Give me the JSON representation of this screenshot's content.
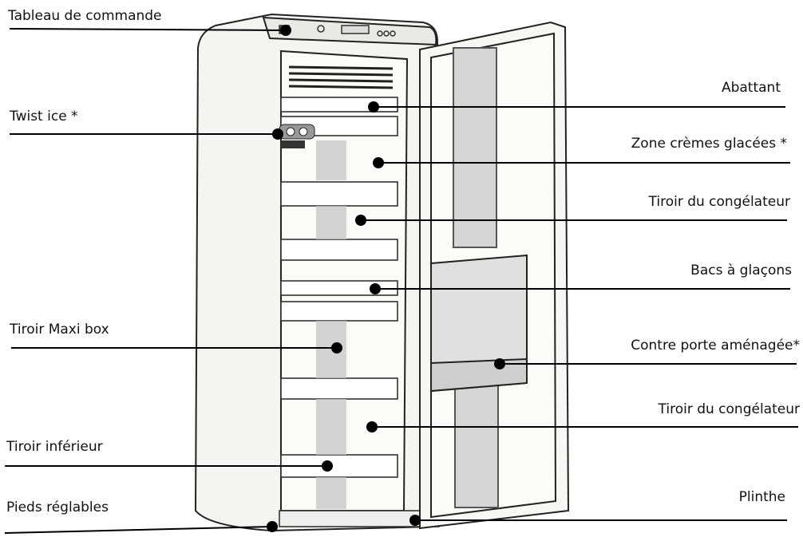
{
  "labels": {
    "left": {
      "tableau": "Tableau de commande",
      "twist": "Twist ice *",
      "maxibox": "Tiroir Maxi box",
      "inferieur": "Tiroir inférieur",
      "pieds": "Pieds réglables"
    },
    "right": {
      "abattant": "Abattant",
      "zone_cremes": "Zone crèmes glacées *",
      "tiroir_congelateur_1": "Tiroir du congélateur",
      "bacs": "Bacs à glaçons",
      "contre_porte": "Contre porte aménagée*",
      "tiroir_congelateur_2": "Tiroir du congélateur",
      "plinthe": "Plinthe"
    }
  },
  "colors": {
    "ink": "#111111",
    "body": "#f4f4f2",
    "shade": "#bdbdbd",
    "dark": "#6e6e6e"
  }
}
